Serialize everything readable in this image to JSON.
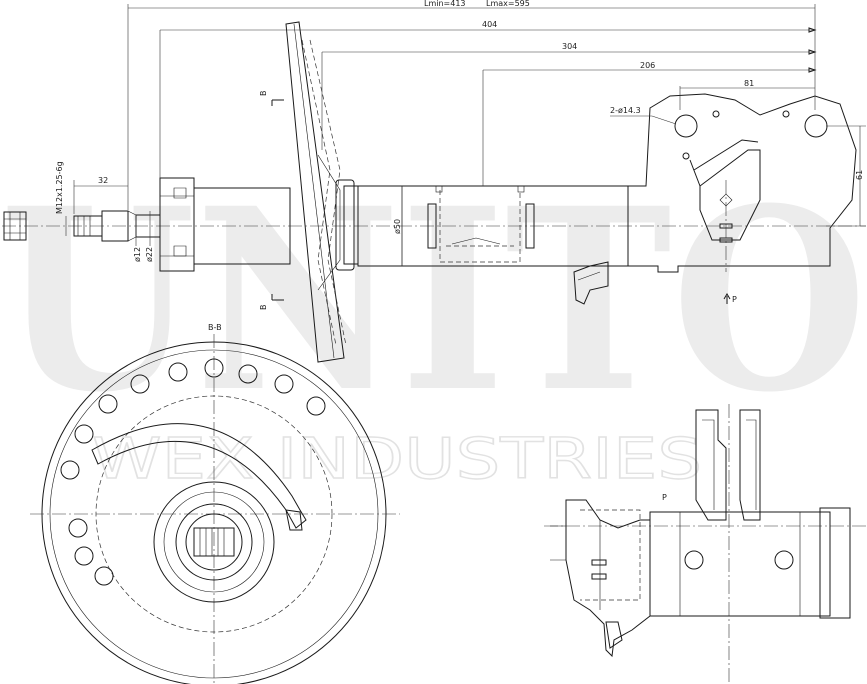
{
  "watermark": {
    "brand": "UNITO",
    "subtitle": "WEX INDUSTRIES"
  },
  "dimensions": {
    "lmin": "Lmin=413",
    "lmax": "Lmax=595",
    "d404": "404",
    "d304": "304",
    "d206": "206",
    "d81": "81",
    "d61": "61",
    "d32": "32",
    "holes": "2-ø14.3",
    "thread": "M12x1.25-6g",
    "dia12": "ø12",
    "dia22": "ø22",
    "dia50": "ø50"
  },
  "section": {
    "label": "B-B",
    "mark": "B"
  },
  "view_marks": {
    "p1": "P",
    "p2": "P"
  },
  "colors": {
    "line": "#1a1a1a",
    "watermark": "#ececec"
  }
}
